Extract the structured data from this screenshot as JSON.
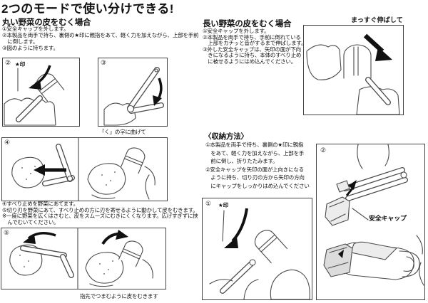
{
  "title": "2つのモードで使い分けできる!",
  "round_section": {
    "heading": "丸い野菜の皮をむく場合",
    "step_lines": [
      "①安全キャップを外します。",
      "②本製品を両手で持ち、裏側の★印に親指をあて、軽く力を加えながら、上部を手前",
      "　に倒します。",
      "③図のように持ちます。"
    ],
    "fig_hold": {
      "label": "②",
      "star_label": "★印"
    },
    "fig_fold": {
      "label": "③",
      "caption": "「く」の字に曲げて"
    },
    "fig_apply": {
      "label": "④"
    },
    "step_lines_2": [
      "④すべり止めを野菜にあてます。",
      "⑤切り刃を野菜にあて、すべり止めの方に刃を寄せるように動かして皮をむきます。",
      "※一度に野菜を広くはさむと、皮をスムーズにむきにくくなります。広げすぎずに挟",
      "　んでむいてください。"
    ],
    "fig_peel": {
      "label": "⑤",
      "caption": "指先でつまむように皮をむきます"
    }
  },
  "long_section": {
    "heading": "長い野菜の皮をむく場合",
    "step_lines": [
      "①安全キャップを外します。",
      "②本製品を両手で持ち、手前に倒れている",
      "　上部をカチッと音がするまで伸ばします。",
      "③外した安全キャップは、矢印の面が下向",
      "　きになるように持ち、本体のすべり止め",
      "　に被せるようにはめ込んでください。"
    ],
    "fig_extend": {
      "caption": "まっすぐ伸ばして"
    }
  },
  "storage_section": {
    "heading": "〈収納方法〉",
    "step_lines": [
      "①本製品を両手で持ち、裏側の★印に親指",
      "　をあて、軽く力を加えながら、上部を手",
      "　前に倒し、折りたたみます。",
      "②安全キャップを矢印の面が上向きになる",
      "　ように持ち、切り刃の方から矢印の方向",
      "　にキャップをしっかりはめ込んでください"
    ],
    "fig_fold": {
      "label": "①",
      "star_label": "★印"
    },
    "fig_cap": {
      "label": "②",
      "cap_label": "安全キャップ"
    }
  },
  "colors": {
    "ink": "#111111",
    "line": "#4a4a4a",
    "shade": "#ececec",
    "arrow": "#111111"
  }
}
